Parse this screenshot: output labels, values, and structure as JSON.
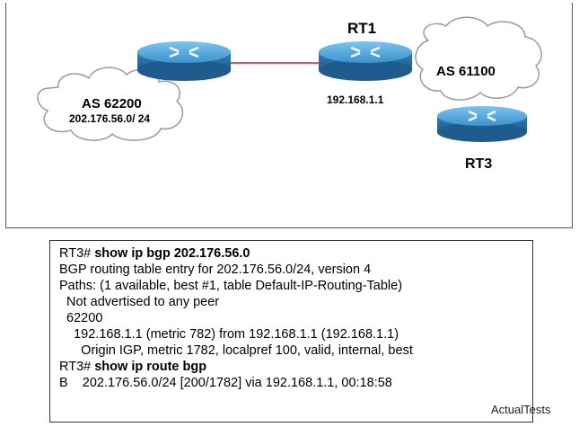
{
  "diagram": {
    "rt1_label": "RT1",
    "rt1_ip": "192.168.1.1",
    "rt3_label": "RT3",
    "as_left_label": "AS 62200",
    "as_left_prefix": "202.176.56.0/ 24",
    "as_right_label": "AS 61100",
    "link_color": "#d02020",
    "router_color": "#2f8ac4"
  },
  "cli": {
    "line1_prompt": "RT3# ",
    "line1_cmd": "show ip bgp 202.176.56.0",
    "line2": "BGP routing table entry for 202.176.56.0/24, version 4",
    "line3": "Paths: (1 available, best #1, table Default-IP-Routing-Table)",
    "line4": "  Not advertised to any peer",
    "line5": "  62200",
    "line6": "    192.168.1.1 (metric 782) from 192.168.1.1 (192.168.1.1)",
    "line7": "      Origin IGP, metric 1782, localpref 100, valid, internal, best",
    "line8_prompt": "RT3# ",
    "line8_cmd": "show ip route bgp",
    "line9": "B    202.176.56.0/24 [200/1782] via 192.168.1.1, 00:18:58"
  },
  "watermark": "ActualTests"
}
